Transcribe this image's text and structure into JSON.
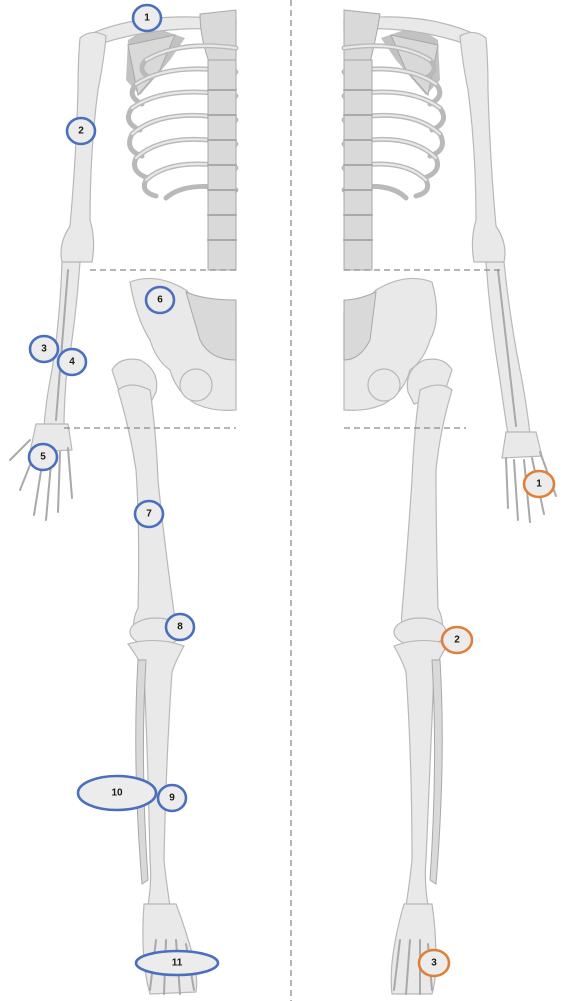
{
  "figure": {
    "blue_color": "#4a6fbe",
    "orange_color": "#e07f3a",
    "left_markers": [
      "1",
      "2",
      "3",
      "4",
      "5",
      "6",
      "7",
      "8",
      "9",
      "10",
      "11"
    ],
    "right_markers": [
      "1",
      "2",
      "3"
    ]
  }
}
